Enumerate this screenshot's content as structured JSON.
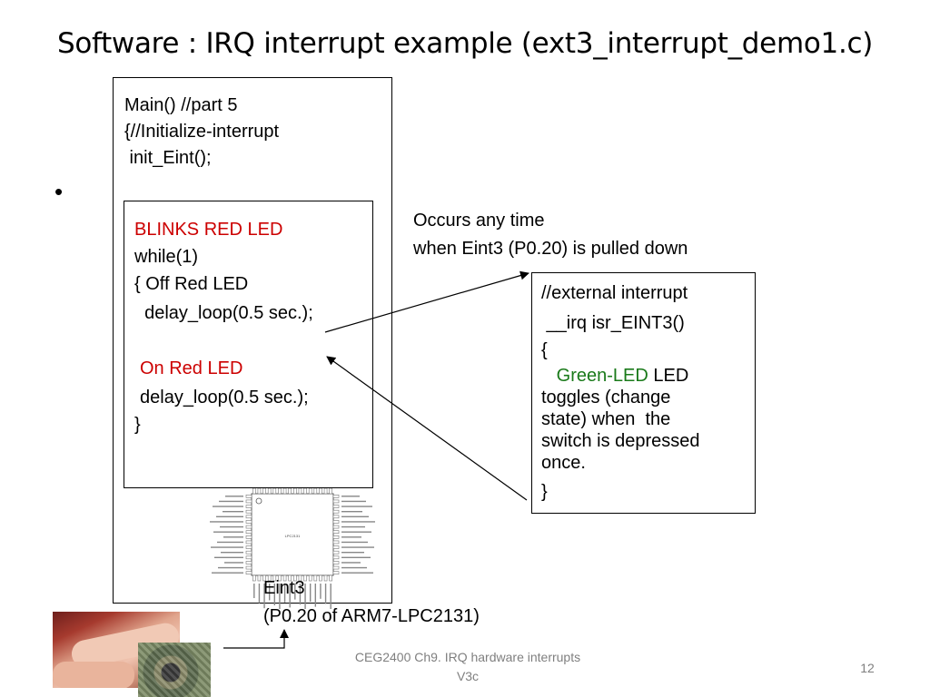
{
  "slide": {
    "title": "Software : IRQ interrupt example (ext3_interrupt_demo1.c)",
    "bullet": "•",
    "main_box": {
      "line1": "Main() //part 5",
      "line2": "{//Initialize-interrupt",
      "line3": " init_Eint();"
    },
    "blink_box": {
      "heading": "BLINKS RED LED",
      "line1": "while(1)",
      "line2": "{ Off Red LED",
      "line3": "  delay_loop(0.5 sec.);",
      "on_label": "On Red LED",
      "line4": "delay_loop(0.5 sec.);",
      "line5": "}"
    },
    "annotation": {
      "line1": "Occurs any time",
      "line2": "when Eint3 (P0.20) is pulled down"
    },
    "isr_box": {
      "line1": "//external interrupt",
      "line2": " __irq isr_EINT3()",
      "line3": "{",
      "green_word": "Green-LED",
      "rest1": " LED",
      "line4": "toggles (change",
      "line5": "state) when  the",
      "line6": "switch is depressed",
      "line7": "once.",
      "line8": "}"
    },
    "eint3": {
      "line1": "Eint3",
      "line2": "(P0.20 of ARM7-LPC2131)"
    },
    "chip_label": "LPC2131",
    "footer": {
      "line1": "CEG2400 Ch9. IRQ hardware interrupts",
      "line2": "V3c",
      "page": "12"
    },
    "colors": {
      "red_text": "#cc0000",
      "green_text": "#1a7a1a"
    }
  }
}
